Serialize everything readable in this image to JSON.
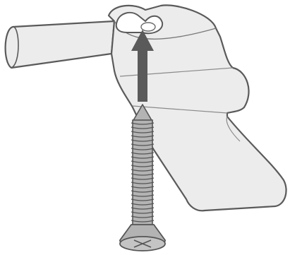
{
  "figure": {
    "subject": "",
    "colors": {
      "background": "#ffffff",
      "part_fill": "#e8e8e8",
      "part_stroke": "#5a5a5a",
      "arrow": "#5a5a5a",
      "screw_fill": "#b3b3b3",
      "screw_stroke": "#555555"
    },
    "icons": [
      "bracket",
      "up-arrow",
      "screw"
    ]
  }
}
